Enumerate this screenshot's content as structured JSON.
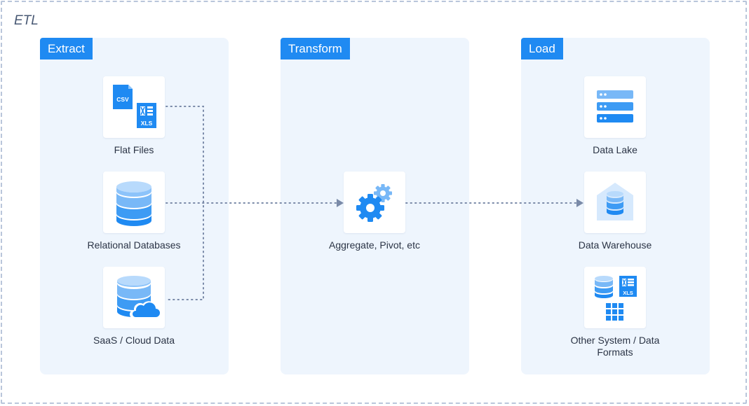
{
  "diagram": {
    "title": "ETL",
    "stages": {
      "extract": {
        "label": "Extract",
        "items": [
          {
            "label": "Flat Files",
            "icon": "csv-xls-file-icon"
          },
          {
            "label": "Relational Databases",
            "icon": "database-icon"
          },
          {
            "label": "SaaS / Cloud Data",
            "icon": "cloud-database-icon"
          }
        ]
      },
      "transform": {
        "label": "Transform",
        "items": [
          {
            "label": "Aggregate, Pivot, etc",
            "icon": "gears-icon"
          }
        ]
      },
      "load": {
        "label": "Load",
        "items": [
          {
            "label": "Data Lake",
            "icon": "server-stack-icon"
          },
          {
            "label": "Data Warehouse",
            "icon": "warehouse-icon"
          },
          {
            "label": "Other System / Data",
            "label2": "Formats",
            "icon": "mixed-formats-icon"
          }
        ]
      }
    },
    "colors": {
      "accent": "#1f8af2",
      "stage_bg": "#eef5fd",
      "connector": "#7a8aa8",
      "border": "#b9c6db"
    }
  }
}
